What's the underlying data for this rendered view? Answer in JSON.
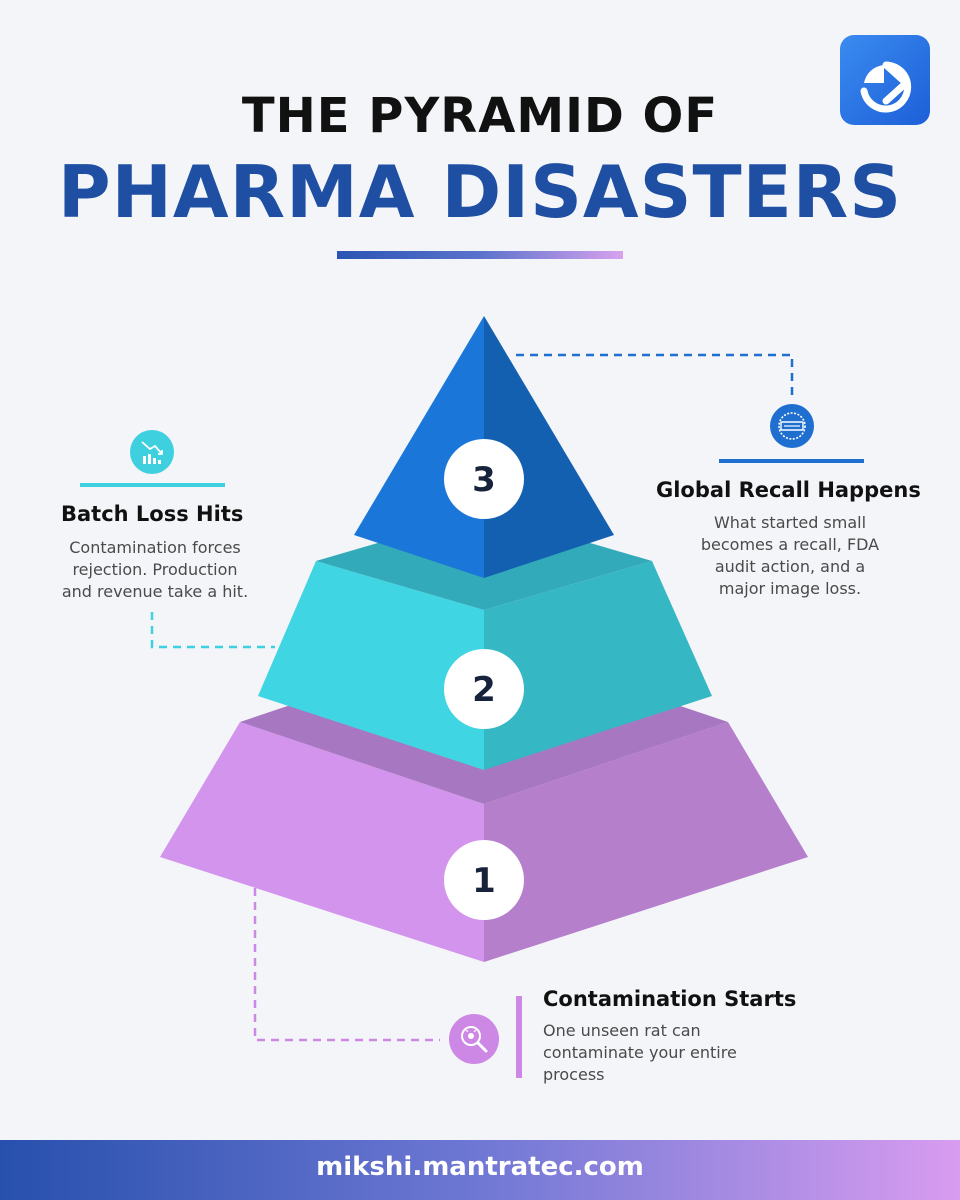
{
  "title": {
    "line1": "THE PYRAMID OF",
    "line2": "PHARMA DISASTERS"
  },
  "colors": {
    "brand_blue": "#1f4fa3",
    "tier3_blue": "#1a6fd0",
    "tier2_cyan": "#3fd3e0",
    "tier1_violet": "#cf90e8",
    "callout_blue": "#1e6fcf",
    "callout_cyan": "#3fd0e0",
    "callout_violet": "#cc88e4"
  },
  "pyramid": {
    "levels": [
      {
        "number": "3",
        "icon": "recall-stamp-icon"
      },
      {
        "number": "2",
        "icon": "declining-chart-icon"
      },
      {
        "number": "1",
        "icon": "magnifier-bug-icon"
      }
    ]
  },
  "callouts": {
    "recall": {
      "heading": "Global Recall Happens",
      "body_lines": [
        "What started small",
        "becomes a recall, FDA",
        "audit action, and a",
        "major image loss."
      ]
    },
    "batch": {
      "heading": "Batch Loss Hits",
      "body_lines": [
        "Contamination forces",
        "rejection. Production",
        "and revenue take a hit."
      ]
    },
    "contamination": {
      "heading": "Contamination Starts",
      "body_lines": [
        "One unseen rat can",
        "contaminate your entire",
        "process"
      ]
    }
  },
  "footer": {
    "url": "mikshi.mantratec.com"
  }
}
